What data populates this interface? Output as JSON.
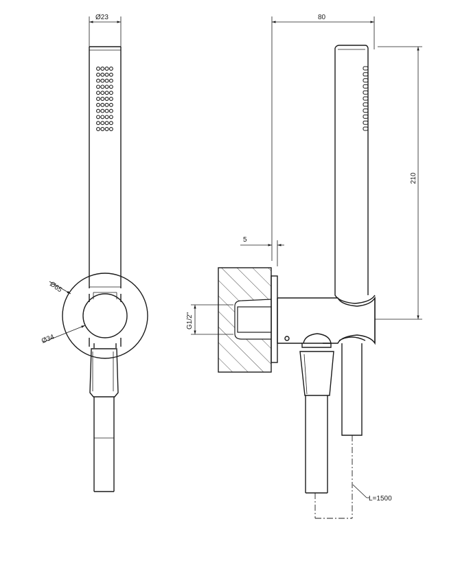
{
  "drawing": {
    "front_view": {
      "dia_handshower": "23",
      "dia_plate": "65",
      "dia_holder": "34"
    },
    "side_view": {
      "width": "80",
      "height": "210",
      "plate_thickness": "5",
      "thread": "G1/2\"",
      "hose_length": "L=1500"
    },
    "symbols": {
      "diameter": "Ø"
    }
  }
}
